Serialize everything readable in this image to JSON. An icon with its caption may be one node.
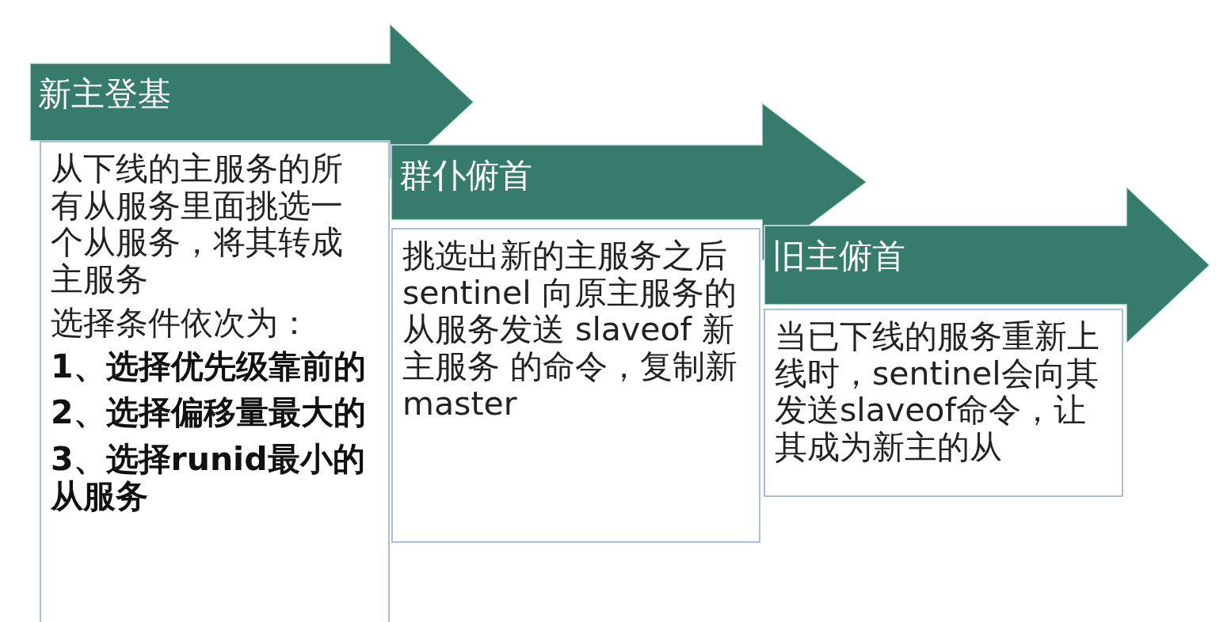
{
  "diagram": {
    "nodes": [
      {
        "text": [
          "新主登基"
        ]
      },
      {
        "text": [
          "从下线的主服务的所有从服务里面挑选一个从服务，将其转成主服务",
          "选择条件依次为：",
          "1、选择优先级靠前的",
          "2、选择偏移量最大的",
          "3、选择runid最小的从服务"
        ]
      },
      {
        "text": [
          "群仆俯首"
        ]
      },
      {
        "text": [
          "挑选出新的主服务之后sentinel 向原主服务的从服务发送 slaveof 新主服务 的命令，复制新master"
        ]
      },
      {
        "text": [
          "旧主俯首"
        ]
      },
      {
        "text": [
          "当已下线的服务重新上线时，sentinel会向其发送slaveof命令，让其成为新主的从"
        ]
      }
    ]
  }
}
